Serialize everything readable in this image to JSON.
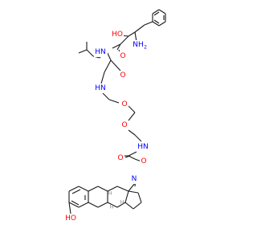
{
  "colors": {
    "bond": "#1a1a1a",
    "oxygen": "#ff0000",
    "nitrogen": "#0000ff",
    "carbon": "#000000",
    "hydrogen": "#808080",
    "background": "#ffffff"
  },
  "atom_labels": {
    "oh_top": "HO",
    "nh2": "NH",
    "nh2_sub": "2",
    "o_amide1": "O",
    "nh_amide1": "HN",
    "o_amide2": "O",
    "nh_amide2": "HN",
    "o_ether1": "O",
    "o_ether2": "O",
    "nh_amide3": "HN",
    "o_amide3": "O",
    "o_oxime": "O",
    "n_oxime": "N",
    "ho_phenol": "HO"
  },
  "stereo_labels": {
    "h_top": "H",
    "h_mid": "H",
    "h_low": "H"
  }
}
